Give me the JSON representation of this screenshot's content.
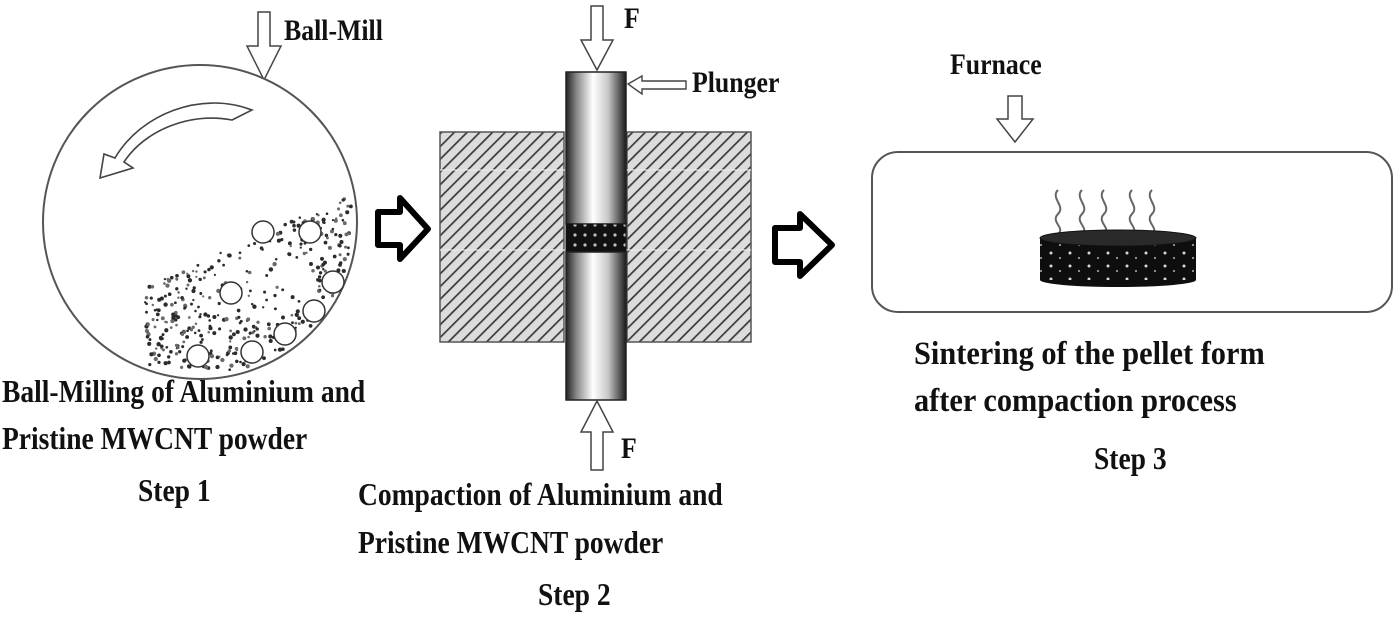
{
  "figure": {
    "step1": {
      "top_label": "Ball-Mill",
      "caption_line1": "Ball-Milling of Aluminium and",
      "caption_line2": "Pristine MWCNT powder",
      "step": "Step 1"
    },
    "step2": {
      "force_top": "F",
      "force_bottom": "F",
      "plunger_label": "Plunger",
      "caption_line1": "Compaction of Aluminium and",
      "caption_line2": "Pristine MWCNT powder",
      "step": "Step 2"
    },
    "step3": {
      "top_label": "Furnace",
      "caption_line1": "Sintering of the pellet form",
      "caption_line2": "after compaction process",
      "step": "Step 3"
    },
    "icons": [
      "down-arrow-icon",
      "rotation-arrow-icon",
      "right-arrow-icon",
      "up-arrow-icon",
      "left-arrow-icon",
      "heat-waves-icon"
    ]
  }
}
